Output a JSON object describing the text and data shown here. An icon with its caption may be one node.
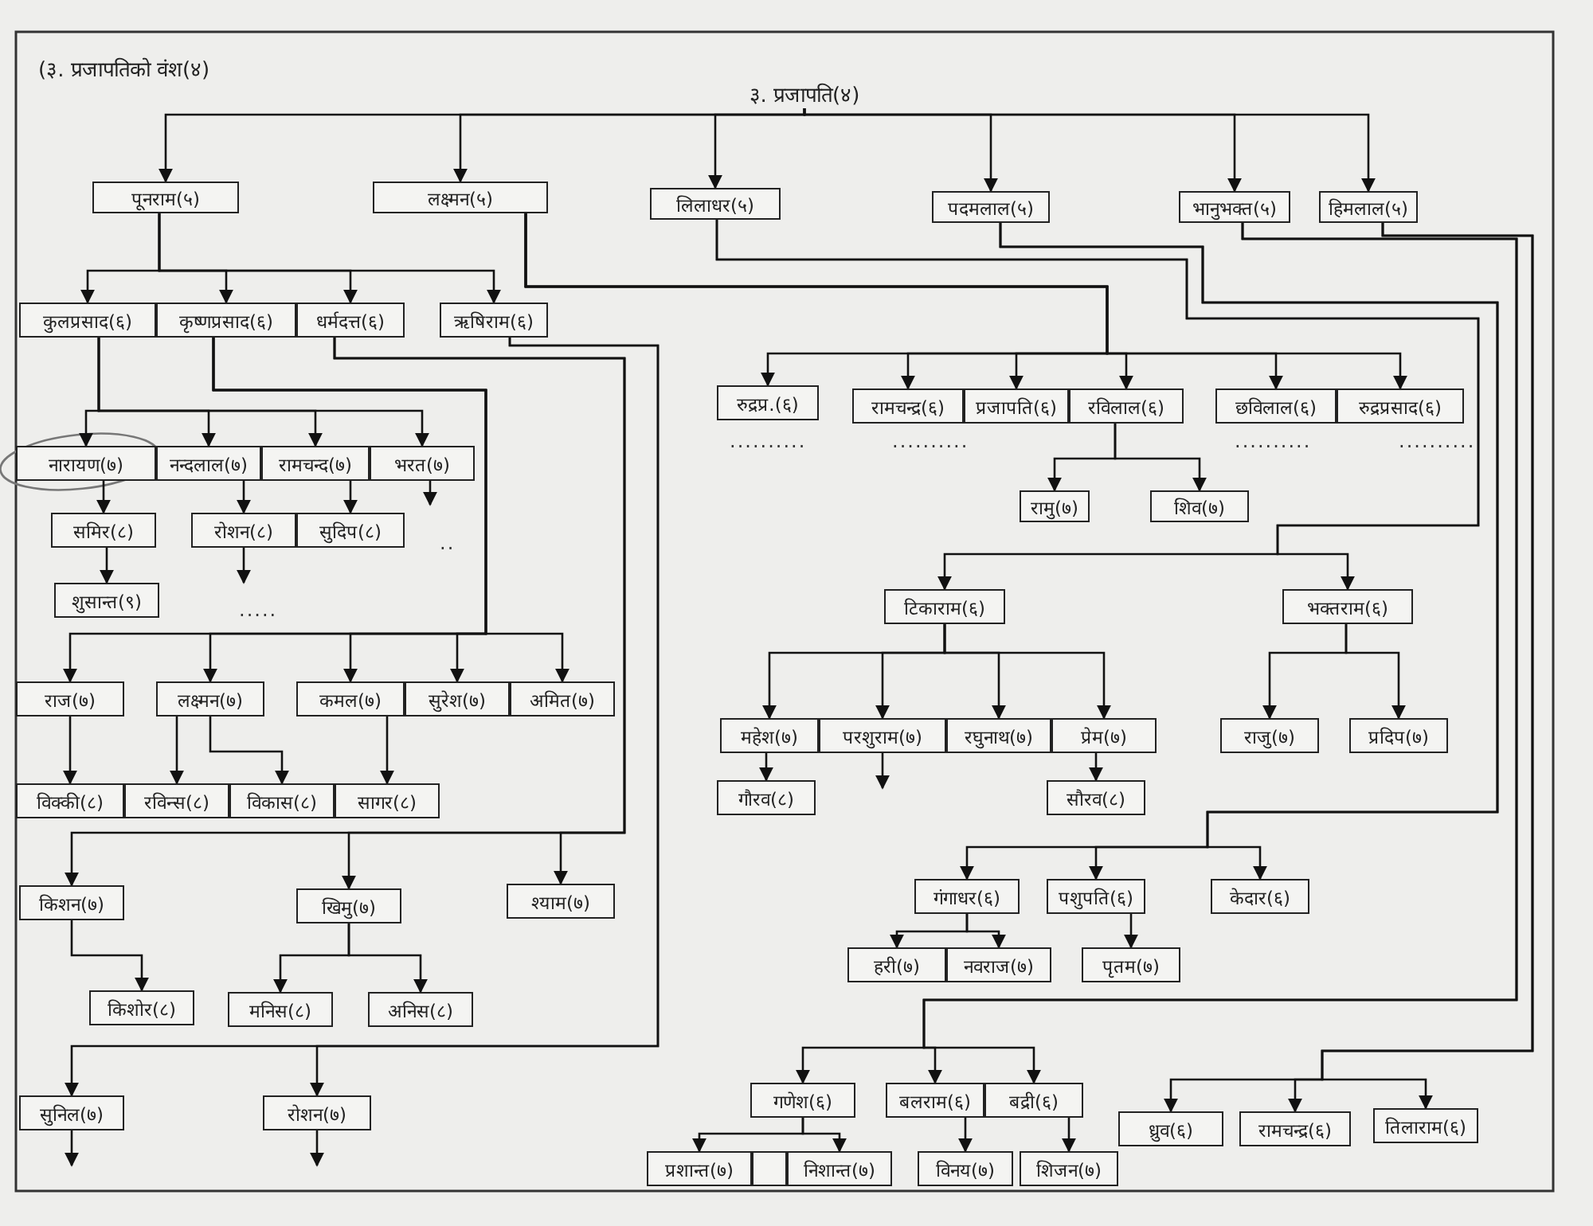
{
  "diagram": {
    "title": "(३. प्रजापतिको वंश(४)",
    "nodes": [
      {
        "text": [
          "३. प्रजापति(४)"
        ]
      },
      {
        "text": [
          "पूनराम(५)"
        ]
      },
      {
        "text": [
          "लक्ष्मन(५)"
        ]
      },
      {
        "text": [
          "लिलाधर(५)"
        ]
      },
      {
        "text": [
          "पदमलाल(५)"
        ]
      },
      {
        "text": [
          "भानुभक्त(५)"
        ]
      },
      {
        "text": [
          "हिमलाल(५)"
        ]
      },
      {
        "text": [
          "कुलप्रसाद(६)"
        ]
      },
      {
        "text": [
          "कृष्णप्रसाद(६)"
        ]
      },
      {
        "text": [
          "धर्मदत्त(६)"
        ]
      },
      {
        "text": [
          "ऋषिराम(६)"
        ]
      },
      {
        "text": [
          "नारायण(७)"
        ]
      },
      {
        "text": [
          "नन्दलाल(७)"
        ]
      },
      {
        "text": [
          "रामचन्द(७)"
        ]
      },
      {
        "text": [
          "भरत(७)"
        ]
      },
      {
        "text": [
          "समिर(८)"
        ]
      },
      {
        "text": [
          "रोशन(८)"
        ]
      },
      {
        "text": [
          "सुदिप(८)"
        ]
      },
      {
        "text": [
          "शुसान्त(९)"
        ]
      },
      {
        "text": [
          "राज(७)"
        ]
      },
      {
        "text": [
          "लक्ष्मन(७)"
        ]
      },
      {
        "text": [
          "कमल(७)"
        ]
      },
      {
        "text": [
          "सुरेश(७)"
        ]
      },
      {
        "text": [
          "अमित(७)"
        ]
      },
      {
        "text": [
          "विक्की(८)"
        ]
      },
      {
        "text": [
          "रविन्स(८)"
        ]
      },
      {
        "text": [
          "विकास(८)"
        ]
      },
      {
        "text": [
          "सागर(८)"
        ]
      },
      {
        "text": [
          "किशन(७)"
        ]
      },
      {
        "text": [
          "खिमु(७)"
        ]
      },
      {
        "text": [
          "श्याम(७)"
        ]
      },
      {
        "text": [
          "किशोर(८)"
        ]
      },
      {
        "text": [
          "मनिस(८)"
        ]
      },
      {
        "text": [
          "अनिस(८)"
        ]
      },
      {
        "text": [
          "सुनिल(७)"
        ]
      },
      {
        "text": [
          "रोशन(७)"
        ]
      },
      {
        "text": [
          "रुद्रप्र.(६)"
        ]
      },
      {
        "text": [
          "रामचन्द्र(६)"
        ]
      },
      {
        "text": [
          "प्रजापति(६)"
        ]
      },
      {
        "text": [
          "रविलाल(६)"
        ]
      },
      {
        "text": [
          "छविलाल(६)"
        ]
      },
      {
        "text": [
          "रुद्रप्रसाद(६)"
        ]
      },
      {
        "text": [
          "रामु(७)"
        ]
      },
      {
        "text": [
          "शिव(७)"
        ]
      },
      {
        "text": [
          "टिकाराम(६)"
        ]
      },
      {
        "text": [
          "भक्तराम(६)"
        ]
      },
      {
        "text": [
          "महेश(७)"
        ]
      },
      {
        "text": [
          "परशुराम(७)"
        ]
      },
      {
        "text": [
          "रघुनाथ(७)"
        ]
      },
      {
        "text": [
          "प्रेम(७)"
        ]
      },
      {
        "text": [
          "राजु(७)"
        ]
      },
      {
        "text": [
          "प्रदिप(७)"
        ]
      },
      {
        "text": [
          "गौरव(८)"
        ]
      },
      {
        "text": [
          "सौरव(८)"
        ]
      },
      {
        "text": [
          "गंगाधर(६)"
        ]
      },
      {
        "text": [
          "पशुपति(६)"
        ]
      },
      {
        "text": [
          "केदार(६)"
        ]
      },
      {
        "text": [
          "हरी(७)"
        ]
      },
      {
        "text": [
          "नवराज(७)"
        ]
      },
      {
        "text": [
          "पृतम(७)"
        ]
      },
      {
        "text": [
          "गणेश(६)"
        ]
      },
      {
        "text": [
          "बलराम(६)"
        ]
      },
      {
        "text": [
          "बद्री(६)"
        ]
      },
      {
        "text": [
          "प्रशान्त(७)"
        ]
      },
      {
        "text": [],
        "shape": "box"
      },
      {
        "text": [
          "निशान्त(७)"
        ]
      },
      {
        "text": [
          "विनय(७)"
        ]
      },
      {
        "text": [
          "शिजन(७)"
        ]
      },
      {
        "text": [
          "ध्रुव(६)"
        ]
      },
      {
        "text": [
          "रामचन्द्र(६)"
        ]
      },
      {
        "text": [
          "तिलाराम(६)"
        ]
      }
    ],
    "edges": [
      {
        "from": 0,
        "to": 1,
        "arrow": "to"
      },
      {
        "from": 0,
        "to": 2,
        "arrow": "to"
      },
      {
        "from": 0,
        "to": 3,
        "arrow": "to"
      },
      {
        "from": 0,
        "to": 4,
        "arrow": "to"
      },
      {
        "from": 0,
        "to": 5,
        "arrow": "to"
      },
      {
        "from": 0,
        "to": 6,
        "arrow": "to"
      },
      {
        "from": 1,
        "to": 7,
        "arrow": "to"
      },
      {
        "from": 1,
        "to": 8,
        "arrow": "to"
      },
      {
        "from": 1,
        "to": 9,
        "arrow": "to"
      },
      {
        "from": 1,
        "to": 10,
        "arrow": "to"
      },
      {
        "from": 7,
        "to": 11,
        "arrow": "to"
      },
      {
        "from": 7,
        "to": 12,
        "arrow": "to"
      },
      {
        "from": 7,
        "to": 13,
        "arrow": "to"
      },
      {
        "from": 7,
        "to": 14,
        "arrow": "to"
      },
      {
        "from": 11,
        "to": 15,
        "arrow": "to"
      },
      {
        "from": 12,
        "to": 16,
        "arrow": "to"
      },
      {
        "from": 13,
        "to": 17,
        "arrow": "to"
      },
      {
        "from": 15,
        "to": 18,
        "arrow": "to"
      },
      {
        "from": 14,
        "to": null,
        "arrow": "to"
      },
      {
        "from": 16,
        "to": null,
        "arrow": "to"
      },
      {
        "from": 8,
        "to": 19,
        "arrow": "to"
      },
      {
        "from": 8,
        "to": 20,
        "arrow": "to"
      },
      {
        "from": 8,
        "to": 21,
        "arrow": "to"
      },
      {
        "from": 8,
        "to": 22,
        "arrow": "to"
      },
      {
        "from": 8,
        "to": 23,
        "arrow": "to"
      },
      {
        "from": 19,
        "to": 24,
        "arrow": "to"
      },
      {
        "from": 20,
        "to": 25,
        "arrow": "to"
      },
      {
        "from": 20,
        "to": 26,
        "arrow": "to"
      },
      {
        "from": 21,
        "to": 27,
        "arrow": "to"
      },
      {
        "from": 9,
        "to": 28,
        "arrow": "to"
      },
      {
        "from": 9,
        "to": 29,
        "arrow": "to"
      },
      {
        "from": 9,
        "to": 30,
        "arrow": "to"
      },
      {
        "from": 28,
        "to": 31,
        "arrow": "to"
      },
      {
        "from": 29,
        "to": 32,
        "arrow": "to"
      },
      {
        "from": 29,
        "to": 33,
        "arrow": "to"
      },
      {
        "from": 10,
        "to": 34,
        "arrow": "to"
      },
      {
        "from": 10,
        "to": 35,
        "arrow": "to"
      },
      {
        "from": 34,
        "to": null,
        "arrow": "to"
      },
      {
        "from": 35,
        "to": null,
        "arrow": "to"
      },
      {
        "from": 2,
        "to": 36,
        "arrow": "to"
      },
      {
        "from": 2,
        "to": 37,
        "arrow": "to"
      },
      {
        "from": 2,
        "to": 38,
        "arrow": "to"
      },
      {
        "from": 2,
        "to": 39,
        "arrow": "to"
      },
      {
        "from": 2,
        "to": 40,
        "arrow": "to"
      },
      {
        "from": 2,
        "to": 41,
        "arrow": "to"
      },
      {
        "from": 39,
        "to": 42,
        "arrow": "to"
      },
      {
        "from": 39,
        "to": 43,
        "arrow": "to"
      },
      {
        "from": 3,
        "to": 44,
        "arrow": "to"
      },
      {
        "from": 3,
        "to": 45,
        "arrow": "to"
      },
      {
        "from": 44,
        "to": 46,
        "arrow": "to"
      },
      {
        "from": 44,
        "to": 47,
        "arrow": "to"
      },
      {
        "from": 44,
        "to": 48,
        "arrow": "to"
      },
      {
        "from": 44,
        "to": 49,
        "arrow": "to"
      },
      {
        "from": 45,
        "to": 50,
        "arrow": "to"
      },
      {
        "from": 45,
        "to": 51,
        "arrow": "to"
      },
      {
        "from": 46,
        "to": 52,
        "arrow": "to"
      },
      {
        "from": 47,
        "to": null,
        "arrow": "to"
      },
      {
        "from": 49,
        "to": 53,
        "arrow": "to"
      },
      {
        "from": 4,
        "to": 54,
        "arrow": "to"
      },
      {
        "from": 4,
        "to": 55,
        "arrow": "to"
      },
      {
        "from": 4,
        "to": 56,
        "arrow": "to"
      },
      {
        "from": 54,
        "to": 57,
        "arrow": "to"
      },
      {
        "from": 54,
        "to": 58,
        "arrow": "to"
      },
      {
        "from": 55,
        "to": 59,
        "arrow": "to"
      },
      {
        "from": 5,
        "to": 60,
        "arrow": "to"
      },
      {
        "from": 5,
        "to": 61,
        "arrow": "to"
      },
      {
        "from": 5,
        "to": 62,
        "arrow": "to"
      },
      {
        "from": 60,
        "to": 63,
        "arrow": "to"
      },
      {
        "from": 60,
        "to": 65,
        "arrow": "to"
      },
      {
        "from": 61,
        "to": 66,
        "arrow": "to"
      },
      {
        "from": 62,
        "to": 67,
        "arrow": "to"
      },
      {
        "from": 6,
        "to": 68,
        "arrow": "to"
      },
      {
        "from": 6,
        "to": 69,
        "arrow": "to"
      },
      {
        "from": 6,
        "to": 70,
        "arrow": "to"
      }
    ],
    "labels": [
      "..",
      ".....",
      "..........",
      "..........",
      "..........",
      ".........."
    ]
  }
}
